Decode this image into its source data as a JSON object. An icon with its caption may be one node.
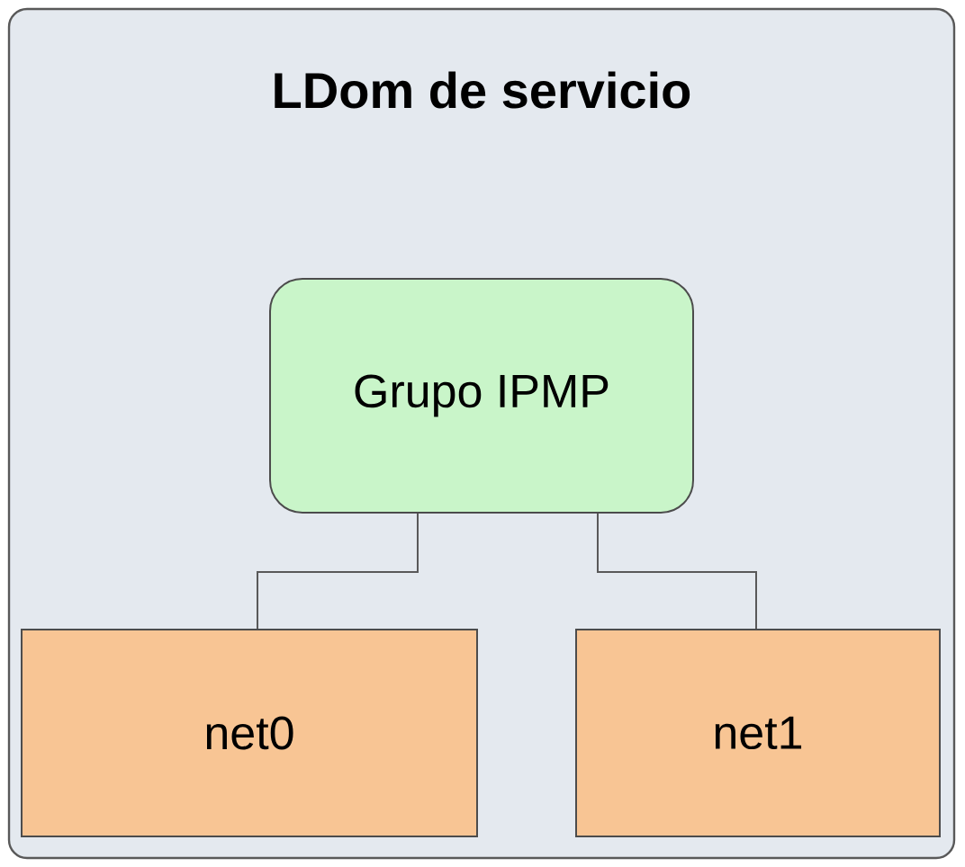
{
  "diagram": {
    "nodes": [
      {
        "text": [
          "LDom de servicio"
        ]
      },
      {
        "text": [
          "Grupo IPMP"
        ],
        "in": 0
      },
      {
        "text": [
          "net0"
        ],
        "in": 0
      },
      {
        "text": [
          "net1"
        ],
        "in": 0
      }
    ],
    "edges": [
      {
        "from": 1,
        "to": 2,
        "arrow": "none"
      },
      {
        "from": 1,
        "to": 3,
        "arrow": "none"
      }
    ]
  }
}
